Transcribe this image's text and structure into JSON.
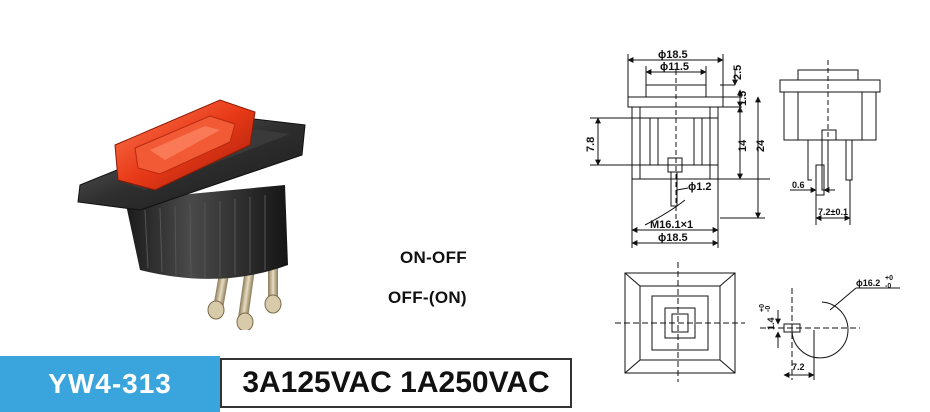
{
  "model": "YW4-313",
  "rating": "3A125VAC 1A250VAC",
  "modes": [
    "ON-OFF",
    "OFF-(ON)"
  ],
  "colors": {
    "label_bg": "#3aa5dd",
    "cap_red": "#e83a18"
  },
  "dimensions": {
    "d18_5_top": "ϕ18.5",
    "d11_5": "ϕ11.5",
    "h2_5": "2.5",
    "h1_5": "1.5",
    "h14": "14",
    "h24": "24",
    "h7_8": "7.8",
    "d1_2": "ϕ1.2",
    "m16_1": "M16.1×1",
    "d18_5_bottom": "ϕ18.5",
    "w0_6": "0.6",
    "w7_2_tol": "7.2±0.1",
    "d16_2": "ϕ16.2",
    "d16_2_tol_top": "+0",
    "d16_2_tol_bottom": "-0",
    "h1_4": "1.4",
    "h1_4_tol_top": "+0",
    "h1_4_tol_bottom": "-0",
    "w7_2": "7.2"
  }
}
